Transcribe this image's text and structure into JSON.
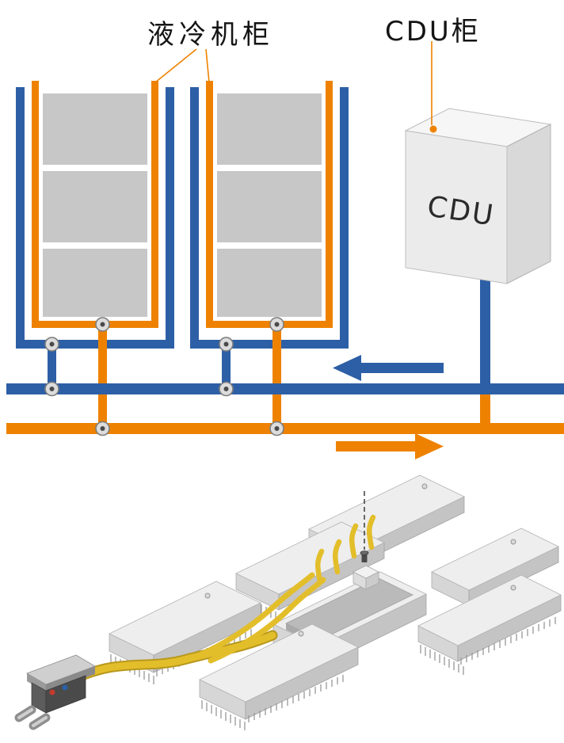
{
  "diagram": {
    "callouts": {
      "liquid_cooling_cabinet": "液冷机柜",
      "cdu_cabinet": "CDU柜"
    },
    "cdu_box_label": "CDU",
    "colors": {
      "supply_orange": "#EE8200",
      "return_blue": "#2D5FA6",
      "server_gray": "#C7C7C7",
      "tube_yellow": "#E3BE2B"
    },
    "flow_arrows": {
      "return_direction": "left",
      "supply_direction": "right"
    }
  }
}
